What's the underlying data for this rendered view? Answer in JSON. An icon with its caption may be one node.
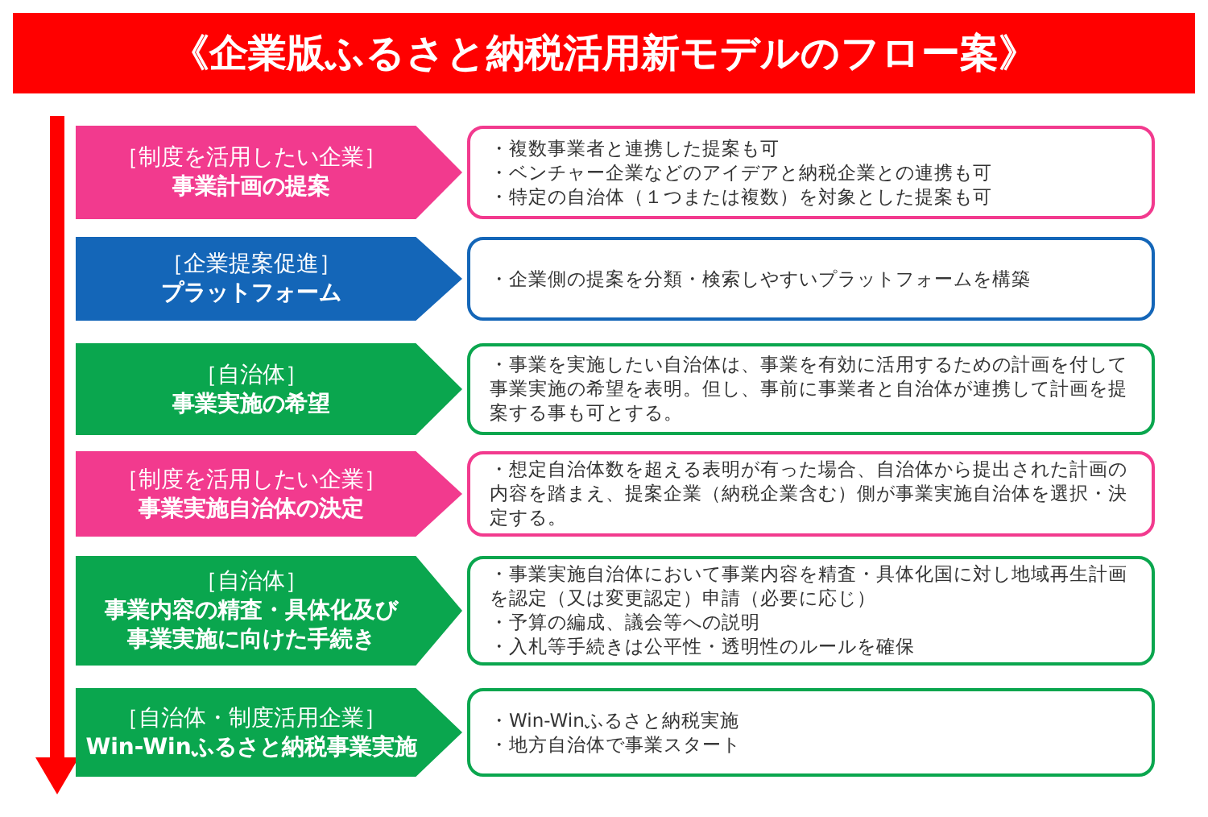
{
  "diagram": {
    "title": "《企業版ふるさと納税活用新モデルのフロー案》",
    "nodes": [
      {
        "text": [
          "［制度を活用したい企業］",
          "事業計画の提案"
        ]
      },
      {
        "text": [
          "・複数事業者と連携した提案も可",
          "・ベンチャー企業などのアイデアと納税企業との連携も可",
          "・特定の自治体（１つまたは複数）を対象とした提案も可"
        ]
      },
      {
        "text": [
          "［企業提案促進］",
          "プラットフォーム"
        ]
      },
      {
        "text": [
          "・企業側の提案を分類・検索しやすいプラットフォームを構築"
        ]
      },
      {
        "text": [
          "［自治体］",
          "事業実施の希望"
        ]
      },
      {
        "text": [
          "・事業を実施したい自治体は、事業を有効に活用するための計画を付して事業実施の希望を表明。但し、事前に事業者と自治体が連携して計画を提案する事も可とする。"
        ]
      },
      {
        "text": [
          "［制度を活用したい企業］",
          "事業実施自治体の決定"
        ]
      },
      {
        "text": [
          "・想定自治体数を超える表明が有った場合、自治体から提出された計画の内容を踏まえ、提案企業（納税企業含む）側が事業実施自治体を選択・決定する。"
        ]
      },
      {
        "text": [
          "［自治体］",
          "事業内容の精査・具体化及び事業実施に向けた手続き"
        ]
      },
      {
        "text": [
          "・事業実施自治体において事業内容を精査・具体化国に対し地域再生計画を認定（又は変更認定）申請（必要に応じ）",
          "・予算の編成、議会等への説明",
          "・入札等手続きは公平性・透明性のルールを確保"
        ]
      },
      {
        "text": [
          "［自治体・制度活用企業］",
          "Win-Winふるさと納税事業実施"
        ]
      },
      {
        "text": [
          "・Win-Winふるさと納税実施",
          "・地方自治体で事業スタート"
        ]
      }
    ],
    "edges": []
  }
}
